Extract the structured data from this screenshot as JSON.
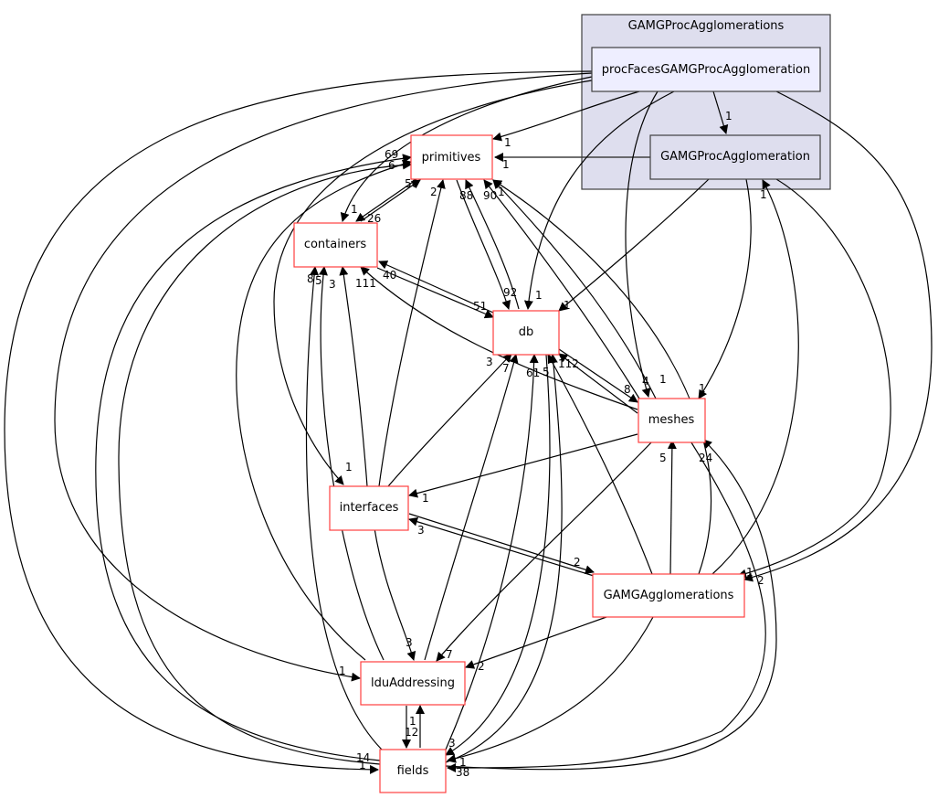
{
  "cluster": {
    "title": "GAMGProcAgglomerations",
    "fill": "#dedeee",
    "stroke": "#404040"
  },
  "nodes": {
    "procFaces": {
      "label": "procFacesGAMGProcAgglomeration",
      "fill": "#eeeeff",
      "stroke": "#404040"
    },
    "gamgProc": {
      "label": "GAMGProcAgglomeration",
      "fill": "#dedeee",
      "stroke": "#404040"
    },
    "primitives": {
      "label": "primitives",
      "fill": "#ffffff",
      "stroke": "#ff4040"
    },
    "containers": {
      "label": "containers",
      "fill": "#ffffff",
      "stroke": "#ff4040"
    },
    "db": {
      "label": "db",
      "fill": "#ffffff",
      "stroke": "#ff4040"
    },
    "meshes": {
      "label": "meshes",
      "fill": "#ffffff",
      "stroke": "#ff4040"
    },
    "interfaces": {
      "label": "interfaces",
      "fill": "#ffffff",
      "stroke": "#ff4040"
    },
    "gamgAgglomerations": {
      "label": "GAMGAgglomerations",
      "fill": "#ffffff",
      "stroke": "#ff4040"
    },
    "lduAddressing": {
      "label": "lduAddressing",
      "fill": "#ffffff",
      "stroke": "#ff4040"
    },
    "fields": {
      "label": "fields",
      "fill": "#ffffff",
      "stroke": "#ff4040"
    }
  },
  "edge_labels": {
    "procFaces_gamgProc": "1",
    "procFaces_primitives": "1",
    "gamgProc_primitives": "1",
    "primitives_left_69": "69",
    "primitives_left_6": "6",
    "primitives_50": "50",
    "primitives_2": "2",
    "primitives_88": "88",
    "primitives_90": "90",
    "primitives_1b": "1",
    "containers_1": "1",
    "containers_26": "26",
    "containers_8": "8",
    "containers_5": "5",
    "containers_3": "3",
    "containers_111": "111",
    "containers_40": "40",
    "db_51": "51",
    "db_92": "92",
    "db_1a": "1",
    "db_1b": "1",
    "db_3": "3",
    "db_7": "7",
    "db_61": "61",
    "db_5": "5",
    "db_112": "112",
    "meshes_8": "8",
    "meshes_4": "4",
    "meshes_1a": "1",
    "meshes_1b": "1",
    "meshes_5": "5",
    "meshes_24": "24",
    "gamgProc_1": "1",
    "interfaces_1a": "1",
    "interfaces_1b": "1",
    "interfaces_3": "3",
    "gamgAgg_2": "2",
    "gamgAgg_1": "1",
    "gamgAgg_2b": "2",
    "ldu_1": "1",
    "ldu_3": "3",
    "ldu_7": "7",
    "ldu_2": "2",
    "ldu_fields_1": "1",
    "ldu_fields_12": "12",
    "fields_14": "14",
    "fields_1": "1",
    "fields_3": "3",
    "fields_1b": "1",
    "fields_38": "38"
  }
}
